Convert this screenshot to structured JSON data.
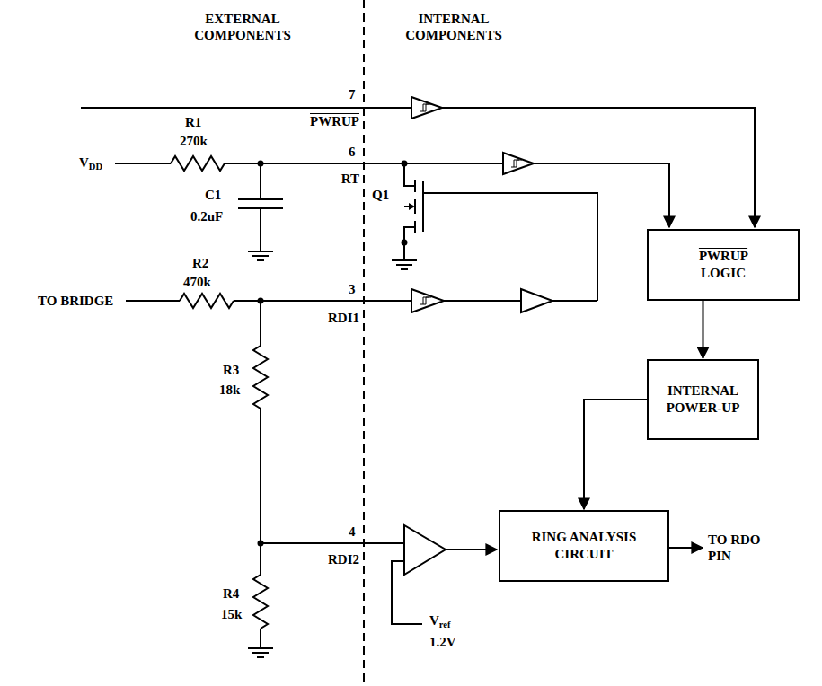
{
  "diagram": {
    "nodes": [
      {
        "text": [
          "PWRUP LOGIC"
        ]
      },
      {
        "text": [
          "INTERNAL POWER-UP"
        ]
      },
      {
        "text": [
          "RING ANALYSIS CIRCUIT"
        ]
      }
    ],
    "edges": [
      {
        "from": 0,
        "to": 1,
        "arrow": "to"
      },
      {
        "from": 1,
        "to": 2,
        "arrow": "to"
      }
    ],
    "labels": [
      "EXTERNAL COMPONENTS",
      "INTERNAL COMPONENTS",
      "7",
      "PWRUP",
      "VDD",
      "R1",
      "270k",
      "6",
      "RT",
      "C1",
      "0.2uF",
      "Q1",
      "TO BRIDGE",
      "R2",
      "470k",
      "3",
      "RDI1",
      "R3",
      "18k",
      "4",
      "RDI2",
      "R4",
      "15k",
      "Vref",
      "1.2V",
      "TO RDO PIN"
    ]
  }
}
